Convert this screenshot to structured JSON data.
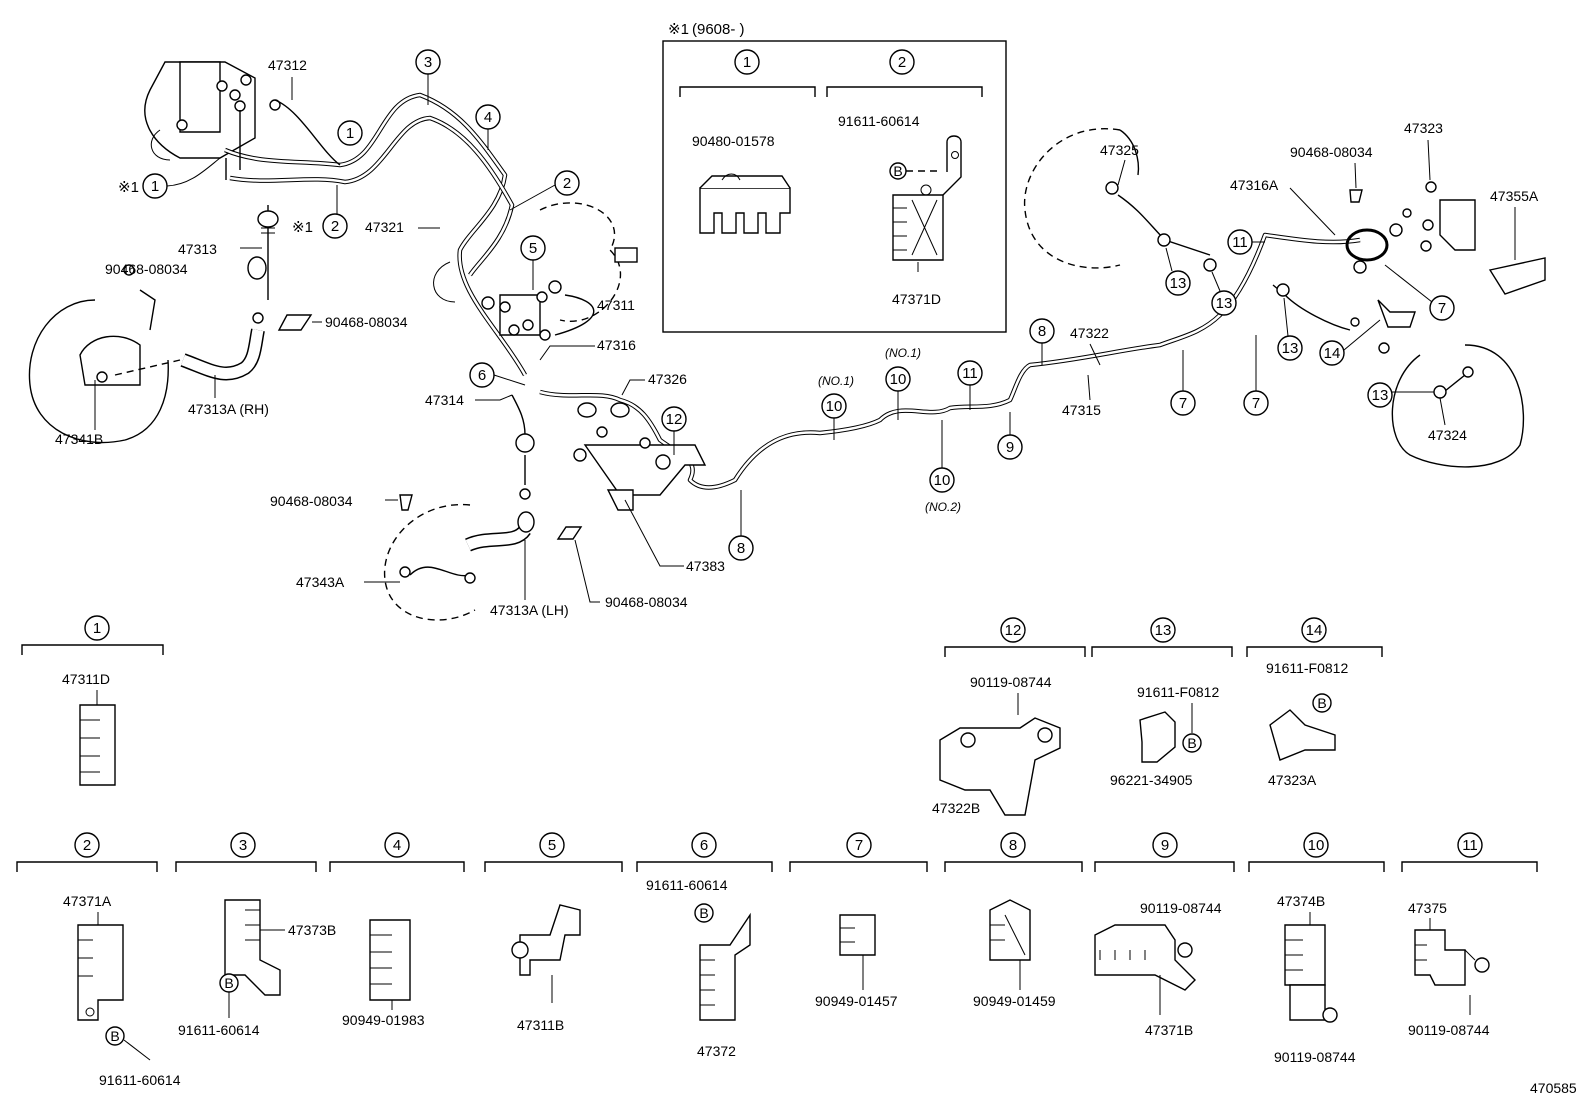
{
  "figure_id": "470585",
  "inset": {
    "note_prefix": "※1",
    "note_range": "(9608-        )",
    "col1_ref": "1",
    "col2_ref": "2",
    "col1_part": "90480-01578",
    "col2_bolt": "91611-60614",
    "col2_part": "47371D"
  },
  "callouts": {
    "n1": "1",
    "n2": "2",
    "n3": "3",
    "n4": "4",
    "n5": "5",
    "n6": "6",
    "n7": "7",
    "n8": "8",
    "n9": "9",
    "n10": "10",
    "n11": "11",
    "n12": "12",
    "n13": "13",
    "n14": "14",
    "note1a": "※1",
    "note1b": "※1",
    "b": "B",
    "no1": "(NO.1)",
    "no1b": "(NO.1)",
    "no2": "(NO.2)"
  },
  "main_labels": {
    "p47312": "47312",
    "p47313": "47313",
    "p90468_a": "90468-08034",
    "p90468_b": "90468-08034",
    "p47341B": "47341B",
    "p47313A_rh": "47313A (RH)",
    "p47321": "47321",
    "p47311": "47311",
    "p47316": "47316",
    "p47314": "47314",
    "p47326": "47326",
    "p90468_c": "90468-08034",
    "p47343A": "47343A",
    "p47313A_lh": "47313A (LH)",
    "p90468_d": "90468-08034",
    "p47383": "47383",
    "p47322": "47322",
    "p47315": "47315",
    "p47325": "47325",
    "p90468_e": "90468-08034",
    "p47323": "47323",
    "p47316A": "47316A",
    "p47355A": "47355A",
    "p47324": "47324"
  },
  "detail_groups": [
    {
      "ref": "1",
      "labels": [
        "47311D"
      ]
    },
    {
      "ref": "12",
      "labels": [
        "90119-08744",
        "47322B"
      ]
    },
    {
      "ref": "13",
      "labels": [
        "91611-F0812",
        "96221-34905"
      ]
    },
    {
      "ref": "14",
      "labels": [
        "91611-F0812",
        "47323A"
      ]
    },
    {
      "ref": "2",
      "labels": [
        "47371A",
        "91611-60614"
      ]
    },
    {
      "ref": "3",
      "labels": [
        "47373B",
        "91611-60614"
      ]
    },
    {
      "ref": "4",
      "labels": [
        "90949-01983"
      ]
    },
    {
      "ref": "5",
      "labels": [
        "47311B"
      ]
    },
    {
      "ref": "6",
      "labels": [
        "91611-60614",
        "47372"
      ]
    },
    {
      "ref": "7",
      "labels": [
        "90949-01457"
      ]
    },
    {
      "ref": "8",
      "labels": [
        "90949-01459"
      ]
    },
    {
      "ref": "9",
      "labels": [
        "90119-08744",
        "47371B"
      ]
    },
    {
      "ref": "10",
      "labels": [
        "47374B",
        "90119-08744"
      ]
    },
    {
      "ref": "11",
      "labels": [
        "47375",
        "90119-08744"
      ]
    }
  ]
}
